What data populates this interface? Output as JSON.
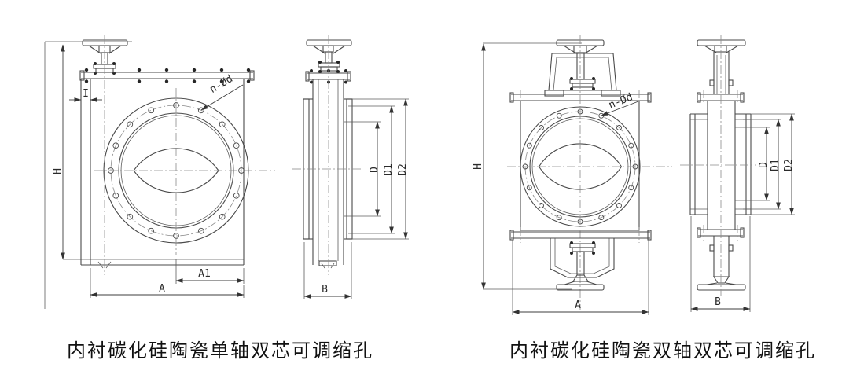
{
  "style": {
    "background": "#ffffff",
    "line_color": "#4a4a4a",
    "dim_text_color": "#2b2b2b",
    "centerline_color": "#8a8a8a"
  },
  "left_drawing": {
    "caption": "内衬碳化硅陶瓷单轴双芯可调缩孔",
    "dims": {
      "height": "H",
      "offset": "I",
      "bolt_holes": "n-Ød",
      "half_width": "A1",
      "width": "A",
      "thickness": "B",
      "bore": "D",
      "bolt_circle": "D1",
      "flange_od": "D2"
    }
  },
  "right_drawing": {
    "caption": "内衬碳化硅陶瓷双轴双芯可调缩孔",
    "dims": {
      "height": "H",
      "bolt_holes": "n-Ød",
      "width": "A",
      "thickness": "B",
      "bore": "D",
      "bolt_circle": "D1",
      "flange_od": "D2"
    }
  }
}
